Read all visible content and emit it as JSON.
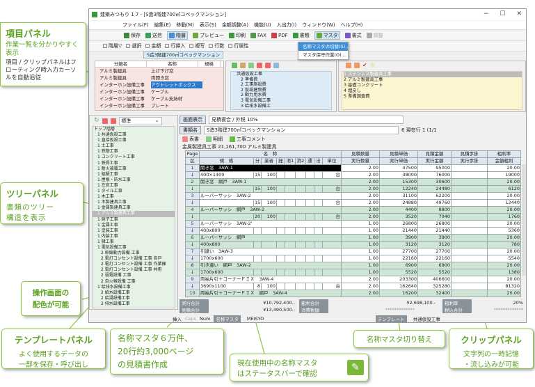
{
  "window": {
    "title": "建築みつもり 1 7 - [S造3階建700㎡コベックマンション]",
    "min": "−",
    "max": "☐",
    "close": "✕"
  },
  "menu": [
    "ファイル(F)",
    "編集(E)",
    "移動(M)",
    "表示(S)",
    "金額調整(A)",
    "機能(U)",
    "入出力(I)",
    "ウィンドウ(W)",
    "ヘルプ(H)"
  ],
  "toolbar1": [
    "保存",
    "送信",
    "階層",
    "プレビュー",
    "印刷",
    "FAX",
    "PDF",
    "書類",
    "マスタ",
    "書式",
    "調整"
  ],
  "toolbar2": [
    "階層▽",
    "選択",
    "金額",
    "行挿入",
    "複写",
    "行数",
    "行属性"
  ],
  "master_menu": {
    "items": [
      "名称マスタの切替(S)...",
      "マスタ保守作業(O)..."
    ]
  },
  "document_tab": "S造3階建700㎡コベックマンション",
  "item_panel": {
    "headers": [
      "分類名",
      "名称",
      "規格"
    ],
    "rows": [
      [
        "アルミ製建具",
        "上げ下げ窓"
      ],
      [
        "アルミ製建具",
        "両開き窓"
      ],
      [
        "インターホン設備工事",
        "アウトレットボックス"
      ],
      [
        "インターホン設備工事",
        "ケーブル"
      ],
      [
        "インターホン設備工事",
        "ケーブル支持材"
      ],
      [
        "インターホン設備工事",
        "プレート"
      ]
    ],
    "selected": 2
  },
  "template_panel": {
    "items": [
      "共通仮設工事",
      "2 準備費",
      "2 工事施設費",
      "2 仮設建物費",
      "2 動力用水費",
      "3 電気設備工事",
      "3 給排水設備工"
    ]
  },
  "clip_panel": {
    "items": [
      "1 ステンレス製建具工事",
      "2 アルミ製建具工事",
      "3 基礎コンクリート",
      "4 埋戻し",
      "5 準備調査費"
    ],
    "selected": 0
  },
  "tree_panel": {
    "mode": "標準",
    "items": [
      "トップ階層",
      "1 共通仮設工事",
      "1 直接仮設工事",
      "1 土工事",
      "1 鉄筋工事",
      "1 コンクリート工事",
      "1 鉄骨工事",
      "1 耐火被覆工事",
      "1 組積工事",
      "1 屋根・防水工事",
      "1 左官工事",
      "1 タイル工事",
      "1 木工事",
      "1 木製建具工事",
      "1 金属製建具工事",
      "1 アルミ製建具工事",
      "1 硝子工事",
      "1 金属工事",
      "1 塗装工事",
      "1 内装工事",
      "1 雑工事",
      "1 電気設備工事",
      "2 幹線動力設備 工事",
      "2 電灯コンセント設備 工事 各戸",
      "2 電灯コンセント設備 工事 作業棟",
      "2 電灯コンセント設備 工事 共用",
      "2 弱電設備 工事",
      "2 自火報設備 工事",
      "1 給排水設備工事",
      "2 給水設備工事",
      "2 給湯設備工事",
      "2 排水設備工事"
    ],
    "selected": 15
  },
  "main": {
    "display_btn": "画面表示",
    "display_val": "見積複合 / 外税 10%",
    "docname_btn": "書類名",
    "docname_val": "S造3階建700㎡コベックマンション",
    "row_info": "6 現在行 1 (1/1",
    "tabs": [
      "表書",
      "明細",
      "工事コメント"
    ],
    "breadcrumb": "金属製建具工事 21,161,700  アルミ製建具",
    "headers1": [
      "Page",
      "名　称",
      "見積数量",
      "見積単価",
      "見積金額",
      "見積歩掛",
      "粗利率"
    ],
    "headers2": [
      "区",
      "規　格",
      "分",
      "業者",
      "経",
      "消1",
      "消2",
      "運",
      "法",
      "単位",
      "実行数量",
      "実行単価",
      "実行金額",
      "実行歩掛",
      "金額粗利"
    ],
    "rows": [
      {
        "no": "1",
        "name": "開き窓　3AW-1",
        "qty": "2.00",
        "price": "47500",
        "amount": "95000",
        "rate": "20.00"
      },
      {
        "no": "↓",
        "spec": "400×1400",
        "bun": "15",
        "gyo": "100",
        "unit": "台",
        "qty": "2.00",
        "price": "38000",
        "amount": "76000",
        "rate": "19000"
      },
      {
        "no": "2",
        "name": "開き窓　網戸　3AW-1",
        "qty": "2.00",
        "price": "15300",
        "amount": "30600",
        "rate": "20.00"
      },
      {
        "no": "↓",
        "spec": "",
        "bun": "15",
        "gyo": "100",
        "unit": "台",
        "qty": "2.00",
        "price": "12240",
        "amount": "24480",
        "rate": "6120"
      },
      {
        "no": "3",
        "name": "ルーバーサッシ　3AW-2",
        "qty": "2.00",
        "price": "31100",
        "amount": "62200",
        "rate": "20.00"
      },
      {
        "no": "↓",
        "spec": "",
        "bun": "15",
        "gyo": "100",
        "unit": "台",
        "qty": "2.00",
        "price": "24880",
        "amount": "49760",
        "rate": "12440"
      },
      {
        "no": "4",
        "name": "ルーバーサッシ　網戸　3AW-2",
        "qty": "2.00",
        "price": "4400",
        "amount": "8800",
        "rate": "20.00"
      },
      {
        "no": "↓",
        "spec": "",
        "bun": "20",
        "gyo": "100",
        "unit": "台",
        "qty": "2.00",
        "price": "3520",
        "amount": "7040",
        "rate": "1760"
      },
      {
        "no": "5",
        "name": "ルーバーサッシ　3AW-2'",
        "qty": "1.00",
        "price": "26800",
        "amount": "26800",
        "rate": "20.00"
      },
      {
        "no": "↓",
        "spec": "400x800",
        "qty": "1.00",
        "price": "21440",
        "amount": "21440",
        "rate": "5360"
      },
      {
        "no": "6",
        "name": "ルーバーサッシ　網戸",
        "qty": "1.00",
        "price": "3900",
        "amount": "3900",
        "rate": "20.00"
      },
      {
        "no": "↓",
        "spec": "400x800",
        "qty": "1.00",
        "price": "3120",
        "amount": "3120",
        "rate": "780"
      },
      {
        "no": "7",
        "name": "引違い　3AW-3",
        "qty": "1.00",
        "price": "27700",
        "amount": "27700",
        "rate": "20.00"
      },
      {
        "no": "↓",
        "spec": "1700x600",
        "qty": "1.00",
        "price": "22160",
        "amount": "22160",
        "rate": "5540"
      },
      {
        "no": "8",
        "name": "引き違い　網戸　3AW-2",
        "qty": "1.00",
        "price": "6900",
        "amount": "6900",
        "rate": "20.00"
      },
      {
        "no": "↓",
        "spec": "1700x600",
        "qty": "1.00",
        "price": "5520",
        "amount": "5520",
        "rate": "1380"
      },
      {
        "no": "9",
        "name": "両袖片引＋コーナーＦＩＸ　3AW-4",
        "qty": "2.00",
        "price": "203300",
        "amount": "406600",
        "rate": "20.00"
      },
      {
        "no": "↓",
        "spec": "3690x1100",
        "bun": "8",
        "gyo": "100",
        "unit": "台",
        "qty": "2.00",
        "price": "162640",
        "amount": "325280",
        "rate": "81320"
      },
      {
        "no": "10",
        "name": "両袖片引＋コーナーＦＩＸ　網戸　3AW-4",
        "qty": "2.00",
        "price": "16200",
        "amount": "32400",
        "rate": "20.00"
      }
    ],
    "totals": {
      "exec_label": "実行合計",
      "exec": "¥10,792,400.-",
      "profit_label": "粗利合計",
      "profit": "¥2,698,100.-",
      "rate_label": "粗利率",
      "rate": "20%",
      "est_label": "見積合計",
      "est": "¥13,490,500.-",
      "tax_label": "消費税額",
      "tax": "*************",
      "incl_label": "税込合計",
      "incl": "*************"
    }
  },
  "statusbar": {
    "insert": "挿入",
    "caps": "Caps",
    "num": "Num",
    "master_label": "名称マスタ",
    "master": "MEISYO",
    "template_label": "テンプレート",
    "template": "共通仮設工事"
  },
  "callouts": {
    "item": {
      "title": "項目パネル",
      "sub": "作業一覧を分かりやすく表示",
      "body": "項目 / クリップパネルはフローティング時入力カーソルを自動追従"
    },
    "template": {
      "title": "テンプレートパネル",
      "l1": "よく使用するデータの",
      "l2": "一部を保存・呼び出し"
    },
    "clip": {
      "title": "クリップパネル",
      "l1": "文字列の一時記憶",
      "l2": "・流し込みが可能"
    },
    "tree": {
      "title": "ツリーパネル",
      "l1": "書類のツリー",
      "l2": "構造を表示"
    },
    "master": {
      "l1": "名称マスタ６万件、",
      "l2": "20行約3,000ページ",
      "l3": "の見積書作成"
    },
    "color": {
      "l1": "操作画面の",
      "l2": "配色が可能"
    },
    "switch": {
      "l1": "名称マスタ切り替え"
    },
    "status": {
      "l1": "現在使用中の名称マスタ",
      "l2": "はステータスバーで確認"
    }
  },
  "colors": {
    "accent": "#5aa01e",
    "callout_border": "#8cc63f",
    "item_panel": "#f8e4e0",
    "template_panel": "#dcebf5",
    "clip_panel": "#fdf5d0",
    "tree_panel": "#e6f2e6",
    "row_green": "#cfe5d6"
  }
}
